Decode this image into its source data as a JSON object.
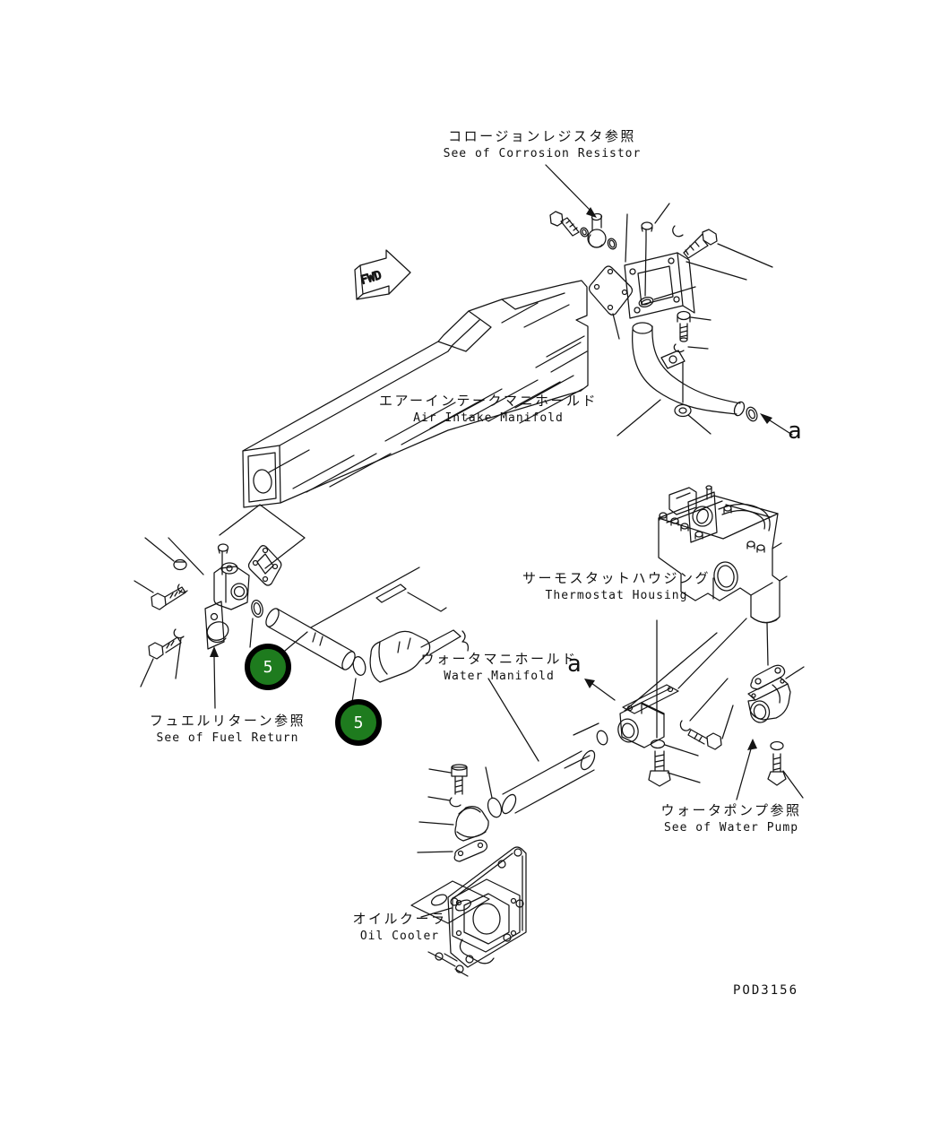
{
  "drawing": {
    "number": "POD3156",
    "direction_arrow": "FWD",
    "balloons": [
      {
        "number": "5"
      },
      {
        "number": "5"
      }
    ],
    "view_letters": [
      {
        "letter": "a"
      },
      {
        "letter": "a"
      }
    ],
    "colors": {
      "balloon_green": "#1e7b1e",
      "line": "#141414",
      "background": "#ffffff"
    }
  },
  "labels": {
    "corrosion_resistor": {
      "jp": "コロージョンレジスタ参照",
      "en": "See of Corrosion Resistor"
    },
    "air_intake_manifold": {
      "jp": "エアーインテークマニホールド",
      "en": "Air Intake Manifold"
    },
    "thermostat_housing": {
      "jp": "サーモスタットハウジング",
      "en": "Thermostat Housing"
    },
    "water_manifold": {
      "jp": "ウォータマニホールド",
      "en": "Water Manifold"
    },
    "fuel_return": {
      "jp": "フュエルリターン参照",
      "en": "See of Fuel Return"
    },
    "water_pump": {
      "jp": "ウォータポンプ参照",
      "en": "See of Water Pump"
    },
    "oil_cooler": {
      "jp": "オイルクーラ",
      "en": "Oil Cooler"
    }
  }
}
